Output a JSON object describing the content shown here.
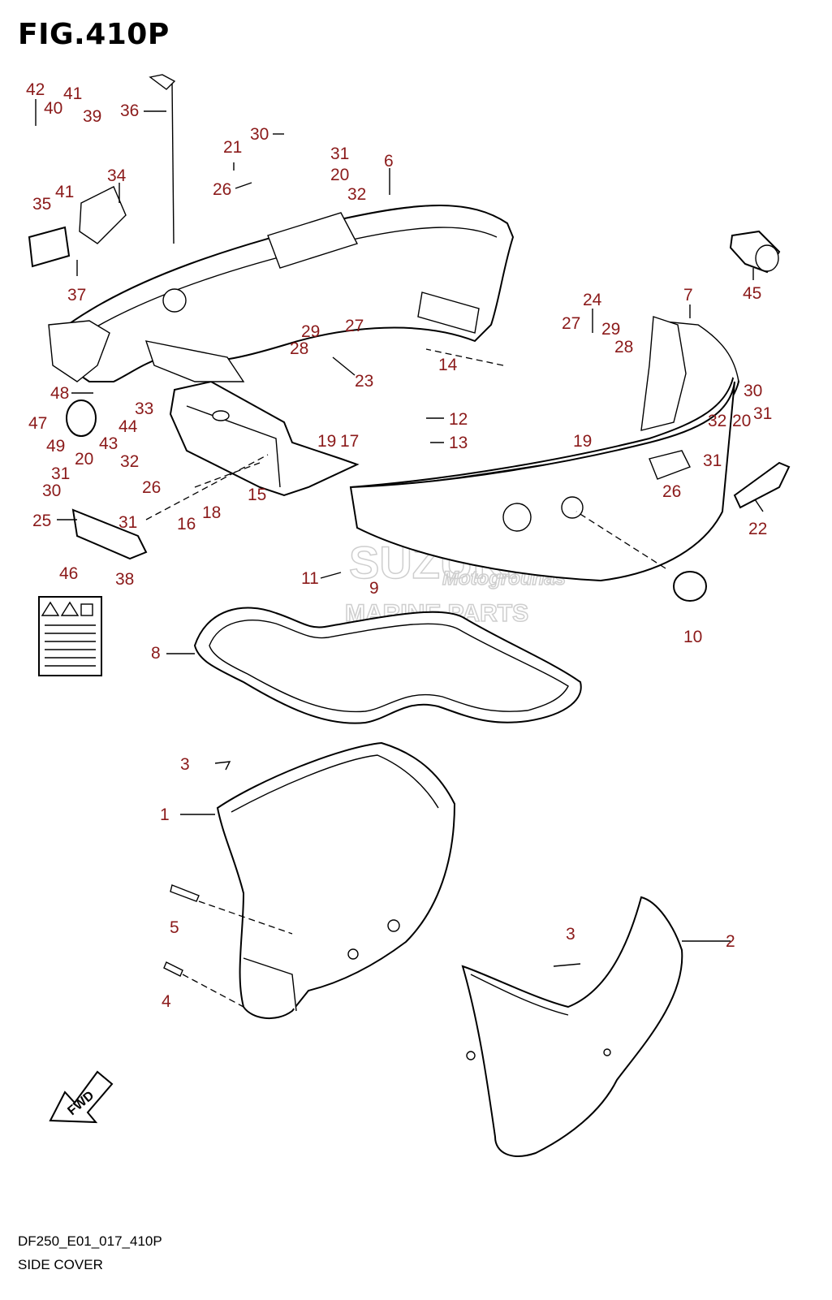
{
  "figure_title": "FIG.410P",
  "footer": {
    "code": "DF250_E01_017_410P",
    "name": "SIDE COVER"
  },
  "watermark": {
    "line1": "SUZUKI",
    "line2": "MARINE PARTS",
    "line3": "Motogrounas"
  },
  "fwd_label": "FWD",
  "callout_color": "#8b1a1a",
  "callouts": [
    "42",
    "40",
    "41",
    "39",
    "36",
    "30",
    "21",
    "31",
    "6",
    "20",
    "32",
    "34",
    "26",
    "35",
    "41",
    "37",
    "45",
    "7",
    "24",
    "27",
    "29",
    "28",
    "29",
    "28",
    "27",
    "14",
    "23",
    "12",
    "13",
    "48",
    "33",
    "47",
    "44",
    "43",
    "49",
    "19",
    "17",
    "30",
    "20",
    "31",
    "32",
    "19",
    "31",
    "26",
    "22",
    "20",
    "31",
    "32",
    "26",
    "30",
    "25",
    "31",
    "16",
    "18",
    "15",
    "38",
    "46",
    "11",
    "9",
    "10",
    "8",
    "3",
    "1",
    "5",
    "4",
    "3",
    "2"
  ]
}
